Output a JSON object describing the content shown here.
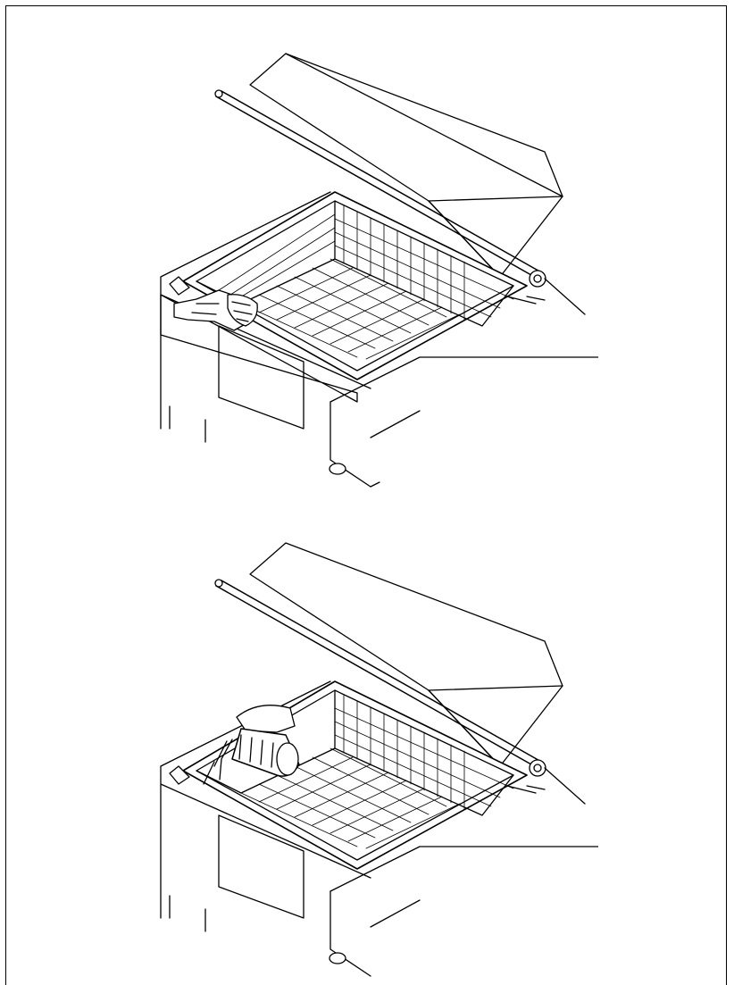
{
  "figures": [
    {
      "id": "wipe-step",
      "action": "wipe",
      "tool_icon": "cloth-hand-icon"
    },
    {
      "id": "spray-step",
      "action": "spray",
      "tool_icon": "spray-bottle-icon"
    }
  ],
  "colors": {
    "line": "#000000",
    "background": "#ffffff"
  }
}
